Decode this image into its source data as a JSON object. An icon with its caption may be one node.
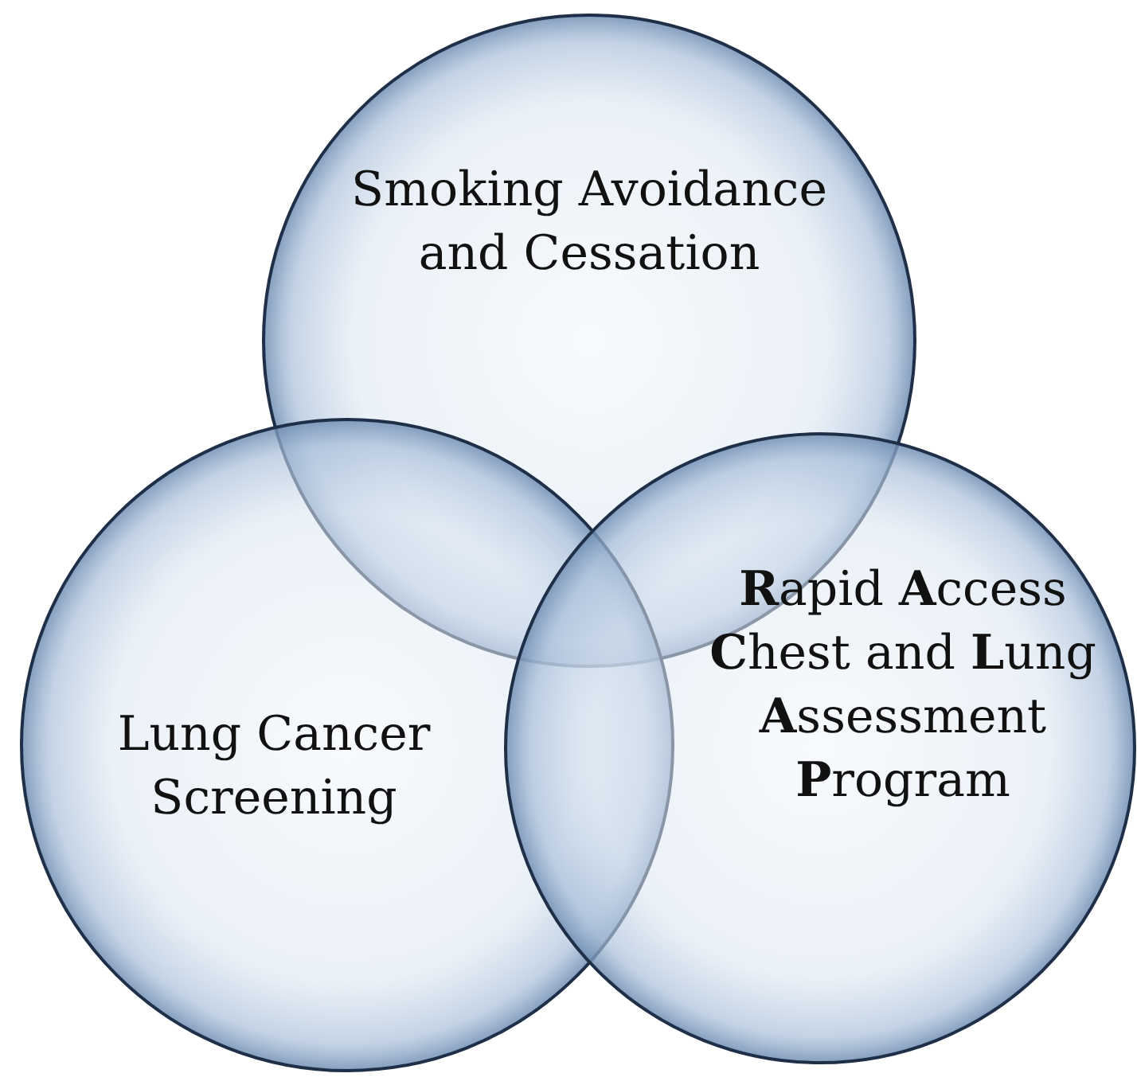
{
  "diagram": {
    "nodes": [
      {
        "text": [
          "Smoking Avoidance and Cessation"
        ]
      },
      {
        "text": [
          "Lung Cancer Screening"
        ]
      },
      {
        "text": [
          "**R**apid **A**ccess **C**hest and **L**ung **A**ssessment **P**rogram"
        ]
      }
    ],
    "edges": []
  }
}
